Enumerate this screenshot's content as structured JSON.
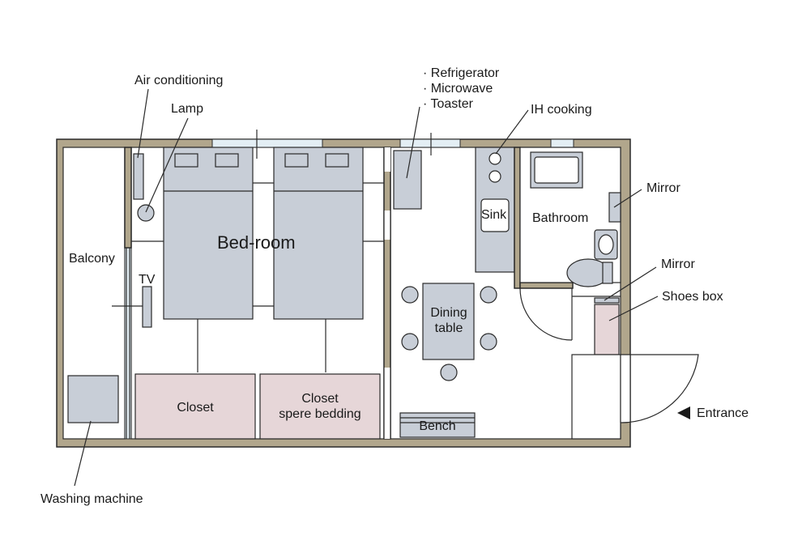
{
  "labels": {
    "air_conditioning": "Air conditioning",
    "lamp": "Lamp",
    "fridge_list": [
      "· Refrigerator",
      "· Microwave",
      "· Toaster"
    ],
    "ih_cooking": "IH cooking",
    "mirror_bath": "Mirror",
    "mirror_entry": "Mirror",
    "shoes_box": "Shoes box",
    "entrance": "Entrance",
    "bathroom": "Bathroom",
    "sink": "Sink",
    "bedroom": "Bed-room",
    "balcony": "Balcony",
    "tv": "TV",
    "dining_table": [
      "Dining",
      "table"
    ],
    "closet": "Closet",
    "closet_bedding": [
      "Closet",
      "spere bedding"
    ],
    "bench": "Bench",
    "washing_machine": "Washing machine"
  },
  "colors": {
    "wall": "#b1a68c",
    "furniture": "#c8ced7",
    "closet": "#e6d6d8",
    "window": "#e3eef4"
  }
}
